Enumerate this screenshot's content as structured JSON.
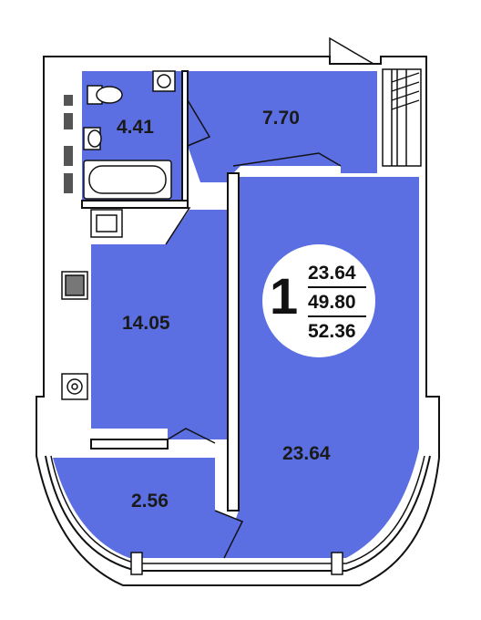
{
  "colors": {
    "floor": "#5b6fe3",
    "wall": "#ffffff",
    "outline": "#111111",
    "fixture_dark": "#555555"
  },
  "rooms": {
    "bathroom": "4.41",
    "hall": "7.70",
    "kitchen": "14.05",
    "living": "23.64",
    "balcony": "2.56"
  },
  "badge": {
    "room_count": "1",
    "living_area": "23.64",
    "total_area": "49.80",
    "total_with_balcony": "52.36"
  },
  "icons": [
    "toilet-icon",
    "sink-icon",
    "bathtub-icon",
    "floor-drain-icon",
    "kitchen-sink-icon",
    "stove-icon",
    "washing-machine-icon",
    "door-swing-icon",
    "radiator-icon"
  ]
}
